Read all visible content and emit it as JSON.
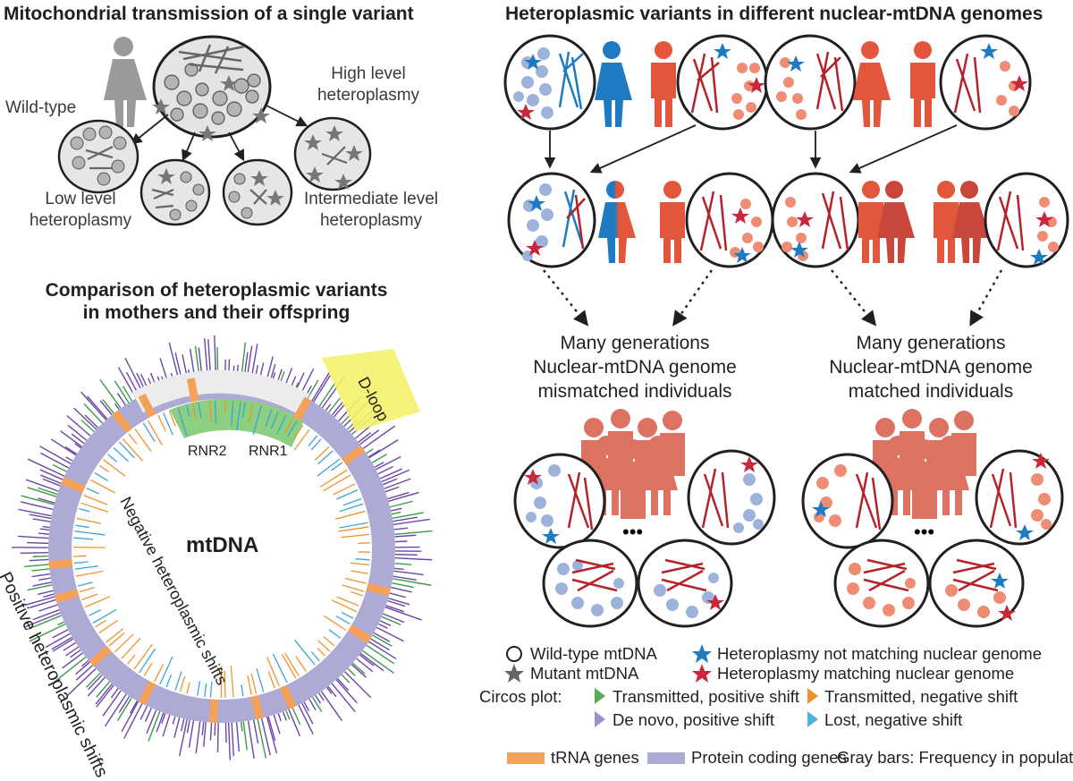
{
  "panel_a": {
    "title": "Mitochondrial transmission of a single variant",
    "labels": {
      "wild_type": "Wild-type",
      "high_1": "High level",
      "high_2": "heteroplasmy",
      "low_1": "Low level",
      "low_2": "heteroplasmy",
      "mid_1": "Intermediate level",
      "mid_2": "heteroplasmy"
    }
  },
  "panel_b": {
    "title": "Heteroplasmic variants in different nuclear-mtDNA genomes",
    "mismatched": [
      "Many generations",
      "Nuclear-mtDNA genome",
      "mismatched individuals"
    ],
    "matched": [
      "Many generations",
      "Nuclear-mtDNA genome",
      "matched individuals"
    ],
    "ellipsis": "•••"
  },
  "panel_c": {
    "title_1": "Comparison of heteroplasmic variants",
    "title_2": "in mothers and their offspring",
    "center": "mtDNA",
    "dloop": "D-loop",
    "rnr2": "RNR2",
    "rnr1": "RNR1",
    "negative": "Negative heteroplasmic shifts",
    "positive": "Positive heteroplasmic shifts"
  },
  "legend": {
    "wild_type": "Wild-type mtDNA",
    "mutant": "Mutant mtDNA",
    "not_matching": "Heteroplasmy not matching nuclear genome",
    "matching": "Heteroplasmy matching nuclear genome",
    "circos_label": "Circos plot:",
    "transmitted_pos": "Transmitted, positive shift",
    "denovo_pos": "De novo, positive shift",
    "transmitted_neg": "Transmitted, negative shift",
    "lost_neg": "Lost, negative shift",
    "trna": "tRNA genes",
    "protein": "Protein coding genes",
    "gray": "Gray bars: Frequency in population"
  },
  "colors": {
    "blue_fill": "#9db3dc",
    "blue_person": "#1f7bc1",
    "red_fill": "#ef8c74",
    "red_person": "#e2573b",
    "dark_red": "#b5232a",
    "green": "#3a9a4a",
    "purple": "#6c45a6",
    "orange": "#f0922b",
    "cyan": "#3aa5d8",
    "trna": "#f4a259",
    "protein": "#aeaad6",
    "rrna": "#8ccf80",
    "dloop": "#f4f26a"
  }
}
